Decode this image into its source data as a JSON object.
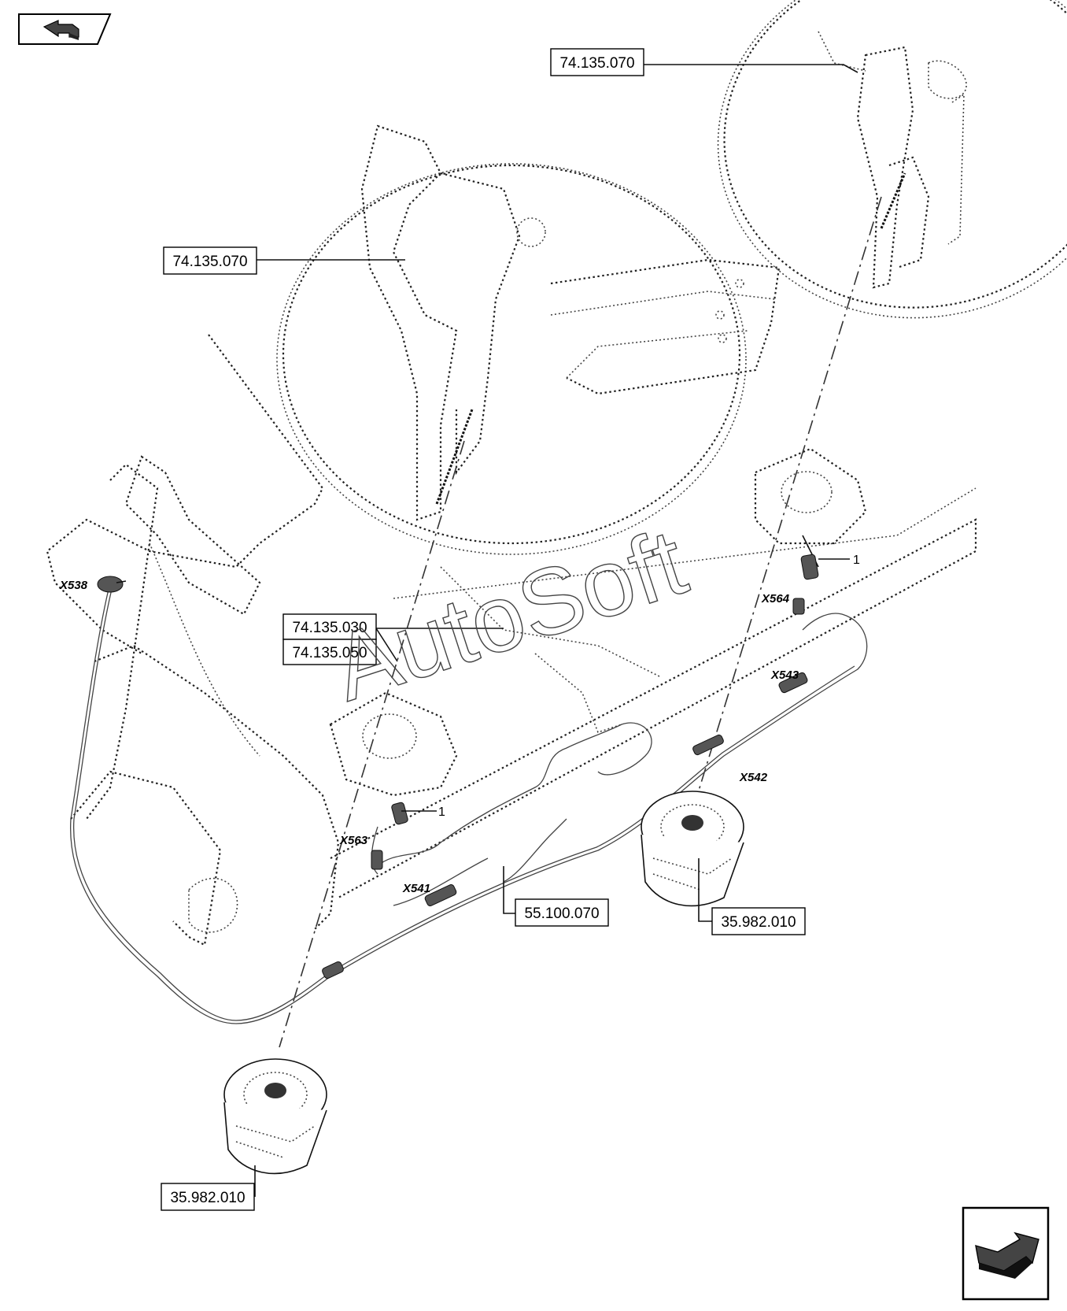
{
  "references": [
    {
      "id": "ref-top",
      "label": "74.135.070"
    },
    {
      "id": "ref-left",
      "label": "74.135.070"
    },
    {
      "id": "ref-030",
      "label": "74.135.030"
    },
    {
      "id": "ref-050",
      "label": "74.135.050"
    },
    {
      "id": "ref-harness",
      "label": "55.100.070"
    },
    {
      "id": "ref-motor-right",
      "label": "35.982.010"
    },
    {
      "id": "ref-motor-left",
      "label": "35.982.010"
    }
  ],
  "connectors": [
    {
      "id": "x538",
      "label": "X538"
    },
    {
      "id": "x564",
      "label": "X564"
    },
    {
      "id": "x543",
      "label": "X543"
    },
    {
      "id": "x542",
      "label": "X542"
    },
    {
      "id": "x563",
      "label": "X563"
    },
    {
      "id": "x541",
      "label": "X541"
    }
  ],
  "callouts": [
    {
      "id": "callout-upper",
      "label": "1"
    },
    {
      "id": "callout-lower",
      "label": "1"
    }
  ],
  "watermark": "AutoSoft",
  "navigation": {
    "back_icon": "back-arrow-icon",
    "forward_icon": "forward-arrow-icon"
  }
}
